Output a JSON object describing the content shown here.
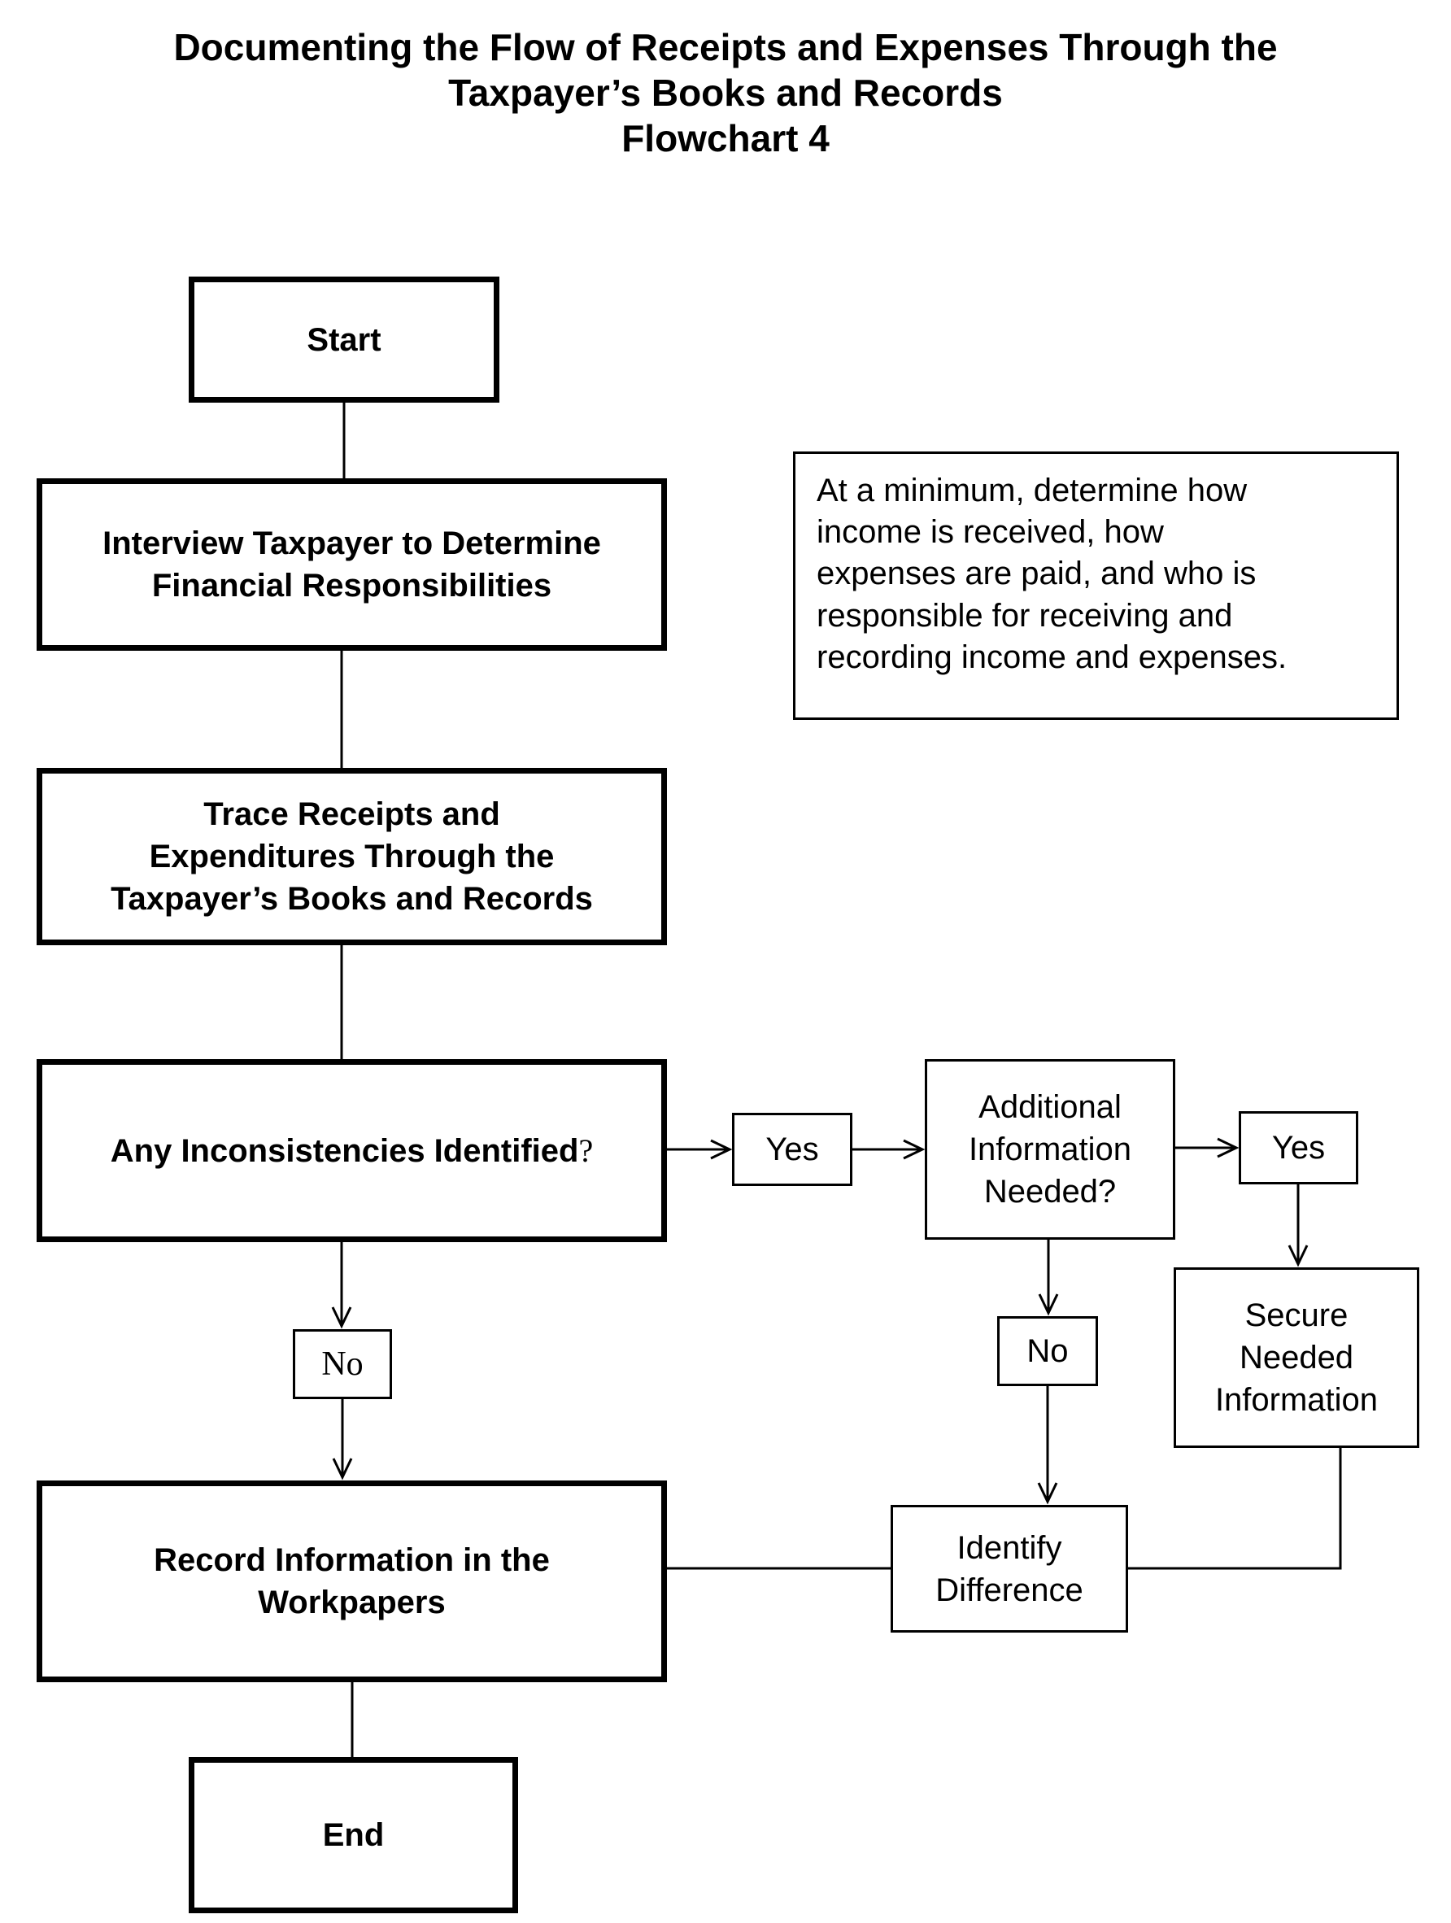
{
  "title": {
    "lines": [
      "Documenting the Flow of Receipts and Expenses Through the",
      "Taxpayer’s Books and Records",
      "Flowchart 4"
    ]
  },
  "nodes": {
    "start": {
      "label": "Start"
    },
    "interview": {
      "lines": [
        "Interview Taxpayer to Determine",
        "Financial Responsibilities"
      ]
    },
    "note": {
      "lines": [
        "At a minimum, determine how",
        "income is received, how",
        "expenses are paid, and who is",
        "responsible for receiving and",
        "recording income and expenses."
      ]
    },
    "trace": {
      "lines": [
        "Trace Receipts and",
        "Expenditures Through the",
        "Taxpayer’s Books and Records"
      ]
    },
    "inconsistencies": {
      "label": "Any Inconsistencies Identified",
      "suffix": "?"
    },
    "yes_after_inconsistencies": {
      "label": "Yes"
    },
    "additional_info": {
      "lines": [
        "Additional",
        "Information",
        "Needed?"
      ]
    },
    "yes_after_additional": {
      "label": "Yes"
    },
    "secure_info": {
      "lines": [
        "Secure",
        "Needed",
        "Information"
      ]
    },
    "no_after_inconsistencies": {
      "label": "No"
    },
    "no_after_additional": {
      "label": "No"
    },
    "identify_difference": {
      "lines": [
        "Identify",
        "Difference"
      ]
    },
    "record": {
      "lines": [
        "Record Information in the",
        "Workpapers"
      ]
    },
    "end": {
      "label": "End"
    }
  },
  "colors": {
    "line": "#000000",
    "background": "#ffffff",
    "text": "#000000"
  }
}
